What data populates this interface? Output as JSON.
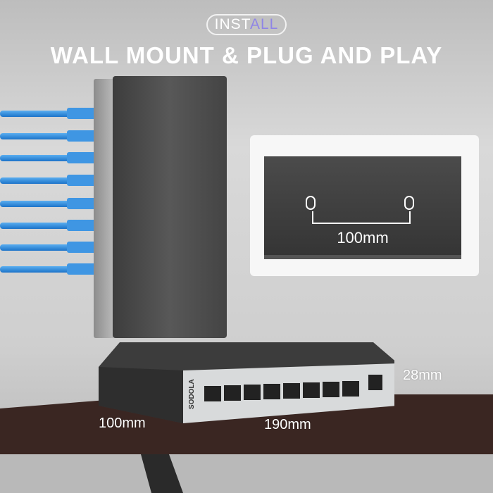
{
  "badge": {
    "text_a": "INST",
    "text_b": "ALL"
  },
  "title": "WALL MOUNT & PLUG AND PLAY",
  "brand": "SODOLA",
  "inset": {
    "spacing": "100mm"
  },
  "dimensions": {
    "height": "28mm",
    "depth": "100mm",
    "width": "190mm"
  },
  "colors": {
    "accent": "#8f85e6",
    "cable": "#2f86da",
    "desk": "#3a2622"
  }
}
